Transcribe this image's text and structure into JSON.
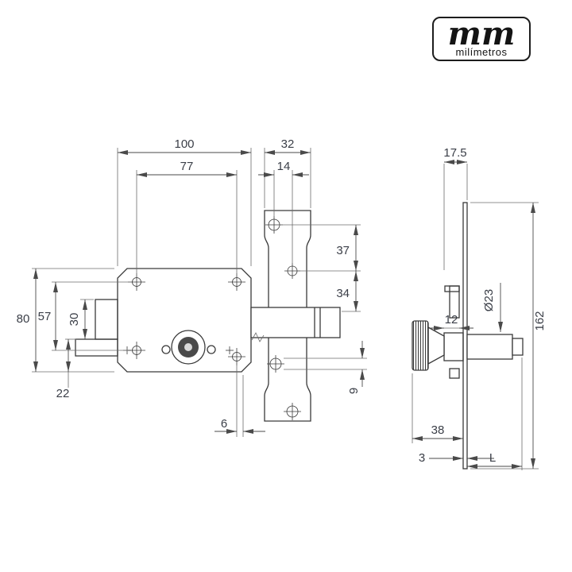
{
  "logo": {
    "brand": "mm",
    "subtitle": "milímetros"
  },
  "front_view": {
    "dims": {
      "body_width": "100",
      "hole_spacing_h": "77",
      "faceplate_width": "32",
      "faceplate_hole_offset": "14",
      "hole_spacing_top": "37",
      "hole_to_bolt": "34",
      "body_height": "80",
      "hole_spacing_v": "57",
      "follower_offset": "30",
      "bottom_offset": "22",
      "edge_offset": "6",
      "hole_diameter": "9"
    }
  },
  "side_view": {
    "dims": {
      "total_depth": "17.5",
      "cylinder_diameter": "Ø23",
      "plate_height": "162",
      "case_depth": "12",
      "backset": "38",
      "plate_thickness": "3",
      "cylinder_length": "L"
    }
  }
}
